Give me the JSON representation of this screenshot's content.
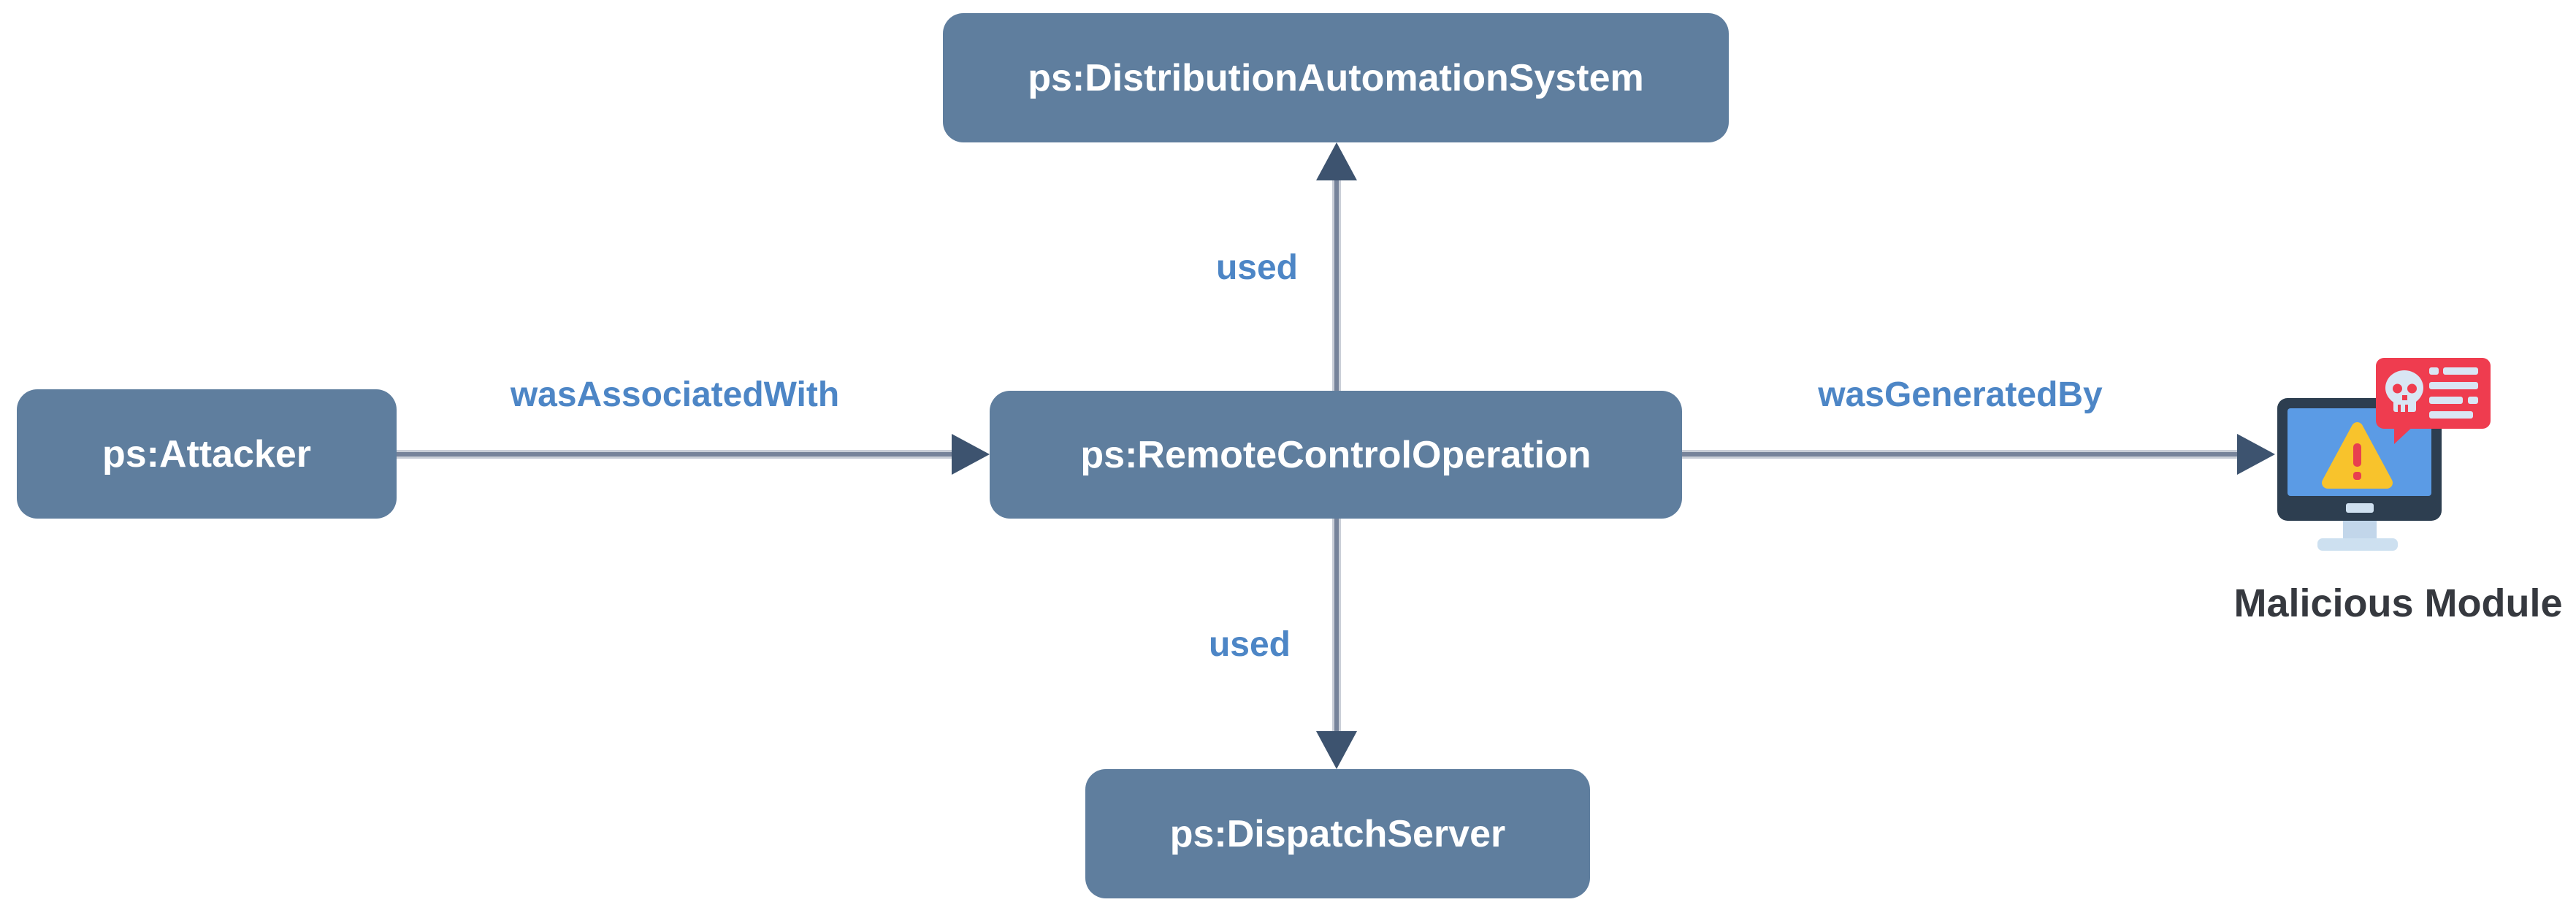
{
  "diagram": {
    "nodes": [
      {
        "id": "attacker",
        "label": "ps:Attacker"
      },
      {
        "id": "remote_control_operation",
        "label": "ps:RemoteControlOperation"
      },
      {
        "id": "distribution_automation_system",
        "label": "ps:DistributionAutomationSystem"
      },
      {
        "id": "dispatch_server",
        "label": "ps:DispatchServer"
      }
    ],
    "edges": [
      {
        "source": "attacker",
        "target": "remote_control_operation",
        "label": "wasAssociatedWith"
      },
      {
        "source": "remote_control_operation",
        "target": "distribution_automation_system",
        "label": "used"
      },
      {
        "source": "remote_control_operation",
        "target": "dispatch_server",
        "label": "used"
      },
      {
        "source": "remote_control_operation",
        "target": "malicious_module",
        "label": "wasGeneratedBy"
      }
    ],
    "malicious_module": {
      "label": "Malicious Module",
      "icon": "monitor-warning-with-skull-bubble-icon"
    },
    "colors": {
      "node_fill": "#5f7e9e",
      "node_text": "#ffffff",
      "edge_label": "#4d86c6",
      "edge_line_core": "#76839a",
      "edge_line_halo": "#c9ced7",
      "arrowhead": "#3d536f",
      "caption_text": "#36393f",
      "monitor_frame": "#2d3e50",
      "screen_blue": "#5b9be5",
      "warning_yellow": "#f8c32c",
      "warning_exclamation_red": "#e8404f",
      "bubble_red": "#ef3c4f",
      "bubble_content_light": "#d9e6f4",
      "stand_light_blue": "#c2d6ea"
    }
  }
}
